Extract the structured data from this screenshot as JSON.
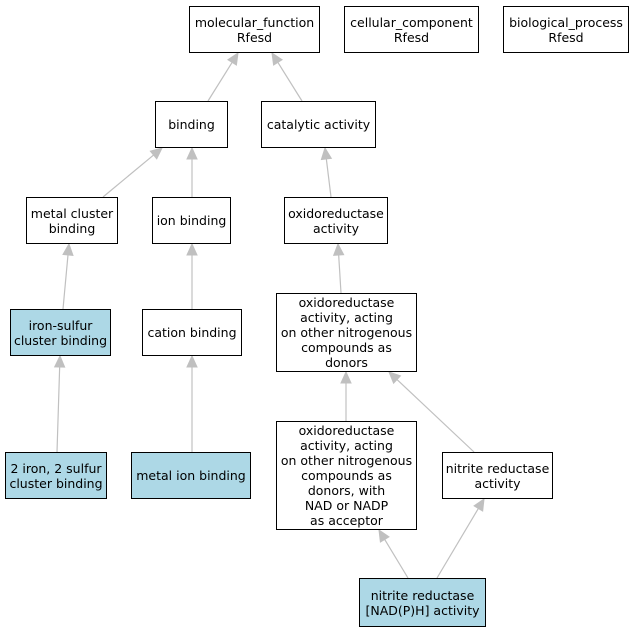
{
  "colors": {
    "highlight": "#add8e6",
    "node_fill": "#ffffff",
    "border": "#000000",
    "edge": "#c0c0c0"
  },
  "nodes": [
    {
      "id": "mf",
      "label": "molecular_function\nRfesd",
      "highlighted": false
    },
    {
      "id": "cc",
      "label": "cellular_component\nRfesd",
      "highlighted": false
    },
    {
      "id": "bp",
      "label": "biological_process\nRfesd",
      "highlighted": false
    },
    {
      "id": "binding",
      "label": "binding",
      "highlighted": false
    },
    {
      "id": "catalytic",
      "label": "catalytic activity",
      "highlighted": false
    },
    {
      "id": "metal_cluster",
      "label": "metal cluster\nbinding",
      "highlighted": false
    },
    {
      "id": "ion_binding",
      "label": "ion binding",
      "highlighted": false
    },
    {
      "id": "oxidoreductase",
      "label": "oxidoreductase\nactivity",
      "highlighted": false
    },
    {
      "id": "fe_s",
      "label": "iron-sulfur\ncluster binding",
      "highlighted": true
    },
    {
      "id": "cation",
      "label": "cation binding",
      "highlighted": false
    },
    {
      "id": "oxido_n",
      "label": "oxidoreductase\nactivity, acting\non other nitrogenous\ncompounds as\ndonors",
      "highlighted": false
    },
    {
      "id": "fe2s2",
      "label": "2 iron, 2 sulfur\ncluster binding",
      "highlighted": true
    },
    {
      "id": "metal_ion",
      "label": "metal ion binding",
      "highlighted": true
    },
    {
      "id": "oxido_nadp",
      "label": "oxidoreductase\nactivity, acting\non other nitrogenous\ncompounds as\ndonors, with\nNAD or NADP\nas acceptor",
      "highlighted": false
    },
    {
      "id": "nitrite_red",
      "label": "nitrite reductase\nactivity",
      "highlighted": false
    },
    {
      "id": "nitrite_nadph",
      "label": "nitrite reductase\n[NAD(P)H] activity",
      "highlighted": true
    }
  ],
  "edges": [
    {
      "from": "binding",
      "to": "mf"
    },
    {
      "from": "catalytic",
      "to": "mf"
    },
    {
      "from": "metal_cluster",
      "to": "binding"
    },
    {
      "from": "ion_binding",
      "to": "binding"
    },
    {
      "from": "oxidoreductase",
      "to": "catalytic"
    },
    {
      "from": "fe_s",
      "to": "metal_cluster"
    },
    {
      "from": "cation",
      "to": "ion_binding"
    },
    {
      "from": "oxido_n",
      "to": "oxidoreductase"
    },
    {
      "from": "fe2s2",
      "to": "fe_s"
    },
    {
      "from": "metal_ion",
      "to": "cation"
    },
    {
      "from": "oxido_nadp",
      "to": "oxido_n"
    },
    {
      "from": "nitrite_red",
      "to": "oxido_n"
    },
    {
      "from": "nitrite_nadph",
      "to": "oxido_nadp"
    },
    {
      "from": "nitrite_nadph",
      "to": "nitrite_red"
    }
  ]
}
